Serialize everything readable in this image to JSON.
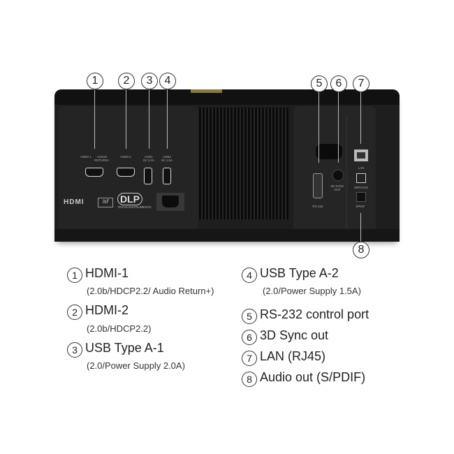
{
  "panel": {
    "port_labels": {
      "hdmi1": "HDMI 1",
      "audio_return": "AUDIO RETURN+",
      "hdmi2": "HDMI 2",
      "usb1": "USB1 5V 2.0A",
      "usb2": "USB2 5V 1.5A",
      "rs232": "RS-232",
      "sync": "3D SYNC OUT",
      "lan": "LAN",
      "service": "SERVICE",
      "spdif": "SPDIF"
    },
    "logos": {
      "hdmi": "HDMI",
      "isf": "isf",
      "dlp": "DLP",
      "ti": "TEXAS INSTRUMENTS"
    },
    "accent_color": "#8a7a3a"
  },
  "callouts": [
    "1",
    "2",
    "3",
    "4",
    "5",
    "6",
    "7",
    "8"
  ],
  "legend": [
    {
      "num": "1",
      "title": "HDMI-1",
      "sub": "(2.0b/HDCP2.2/ Audio Return+)"
    },
    {
      "num": "2",
      "title": "HDMI-2",
      "sub": "(2.0b/HDCP2.2)"
    },
    {
      "num": "3",
      "title": "USB Type A-1",
      "sub": "(2.0/Power Supply 2.0A)"
    },
    {
      "num": "4",
      "title": "USB Type A-2",
      "sub": "(2.0/Power Supply 1.5A)"
    },
    {
      "num": "5",
      "title": "RS-232 control port"
    },
    {
      "num": "6",
      "title": "3D Sync out"
    },
    {
      "num": "7",
      "title": "LAN (RJ45)"
    },
    {
      "num": "8",
      "title": "Audio out (S/PDIF)"
    }
  ]
}
